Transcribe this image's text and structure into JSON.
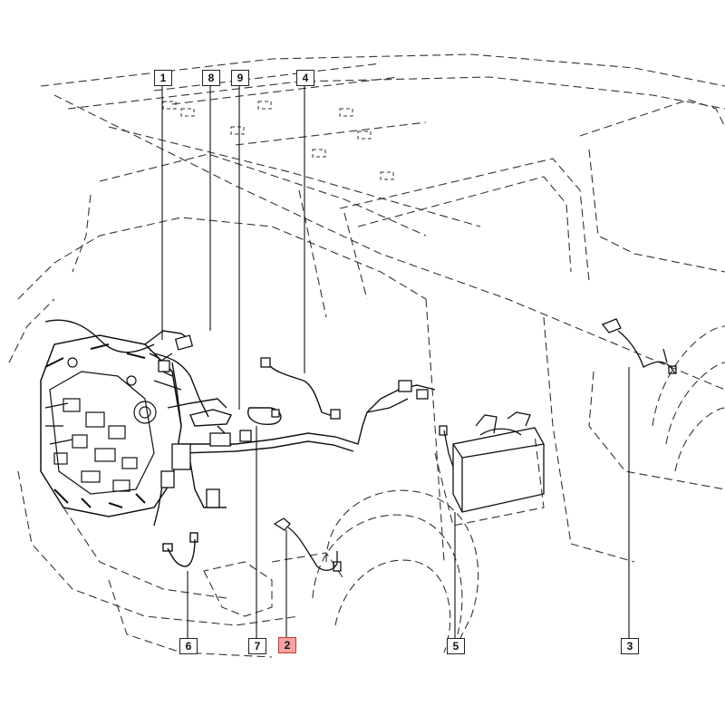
{
  "highlight_color": "#f5a3a3",
  "callouts": [
    {
      "label": "1",
      "highlighted": false
    },
    {
      "label": "8",
      "highlighted": false
    },
    {
      "label": "9",
      "highlighted": false
    },
    {
      "label": "4",
      "highlighted": false
    },
    {
      "label": "6",
      "highlighted": false
    },
    {
      "label": "7",
      "highlighted": false
    },
    {
      "label": "2",
      "highlighted": true
    },
    {
      "label": "5",
      "highlighted": false
    },
    {
      "label": "3",
      "highlighted": false
    }
  ]
}
